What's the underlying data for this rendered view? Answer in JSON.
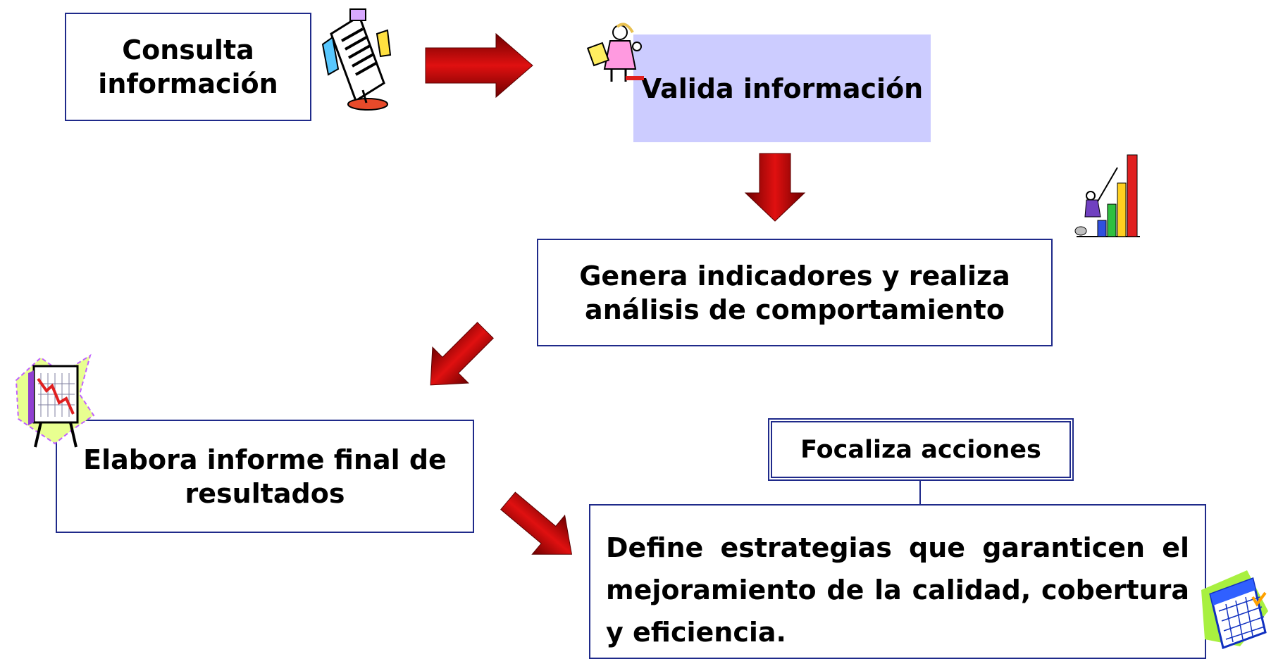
{
  "colors": {
    "box_border": "#1f2a8a",
    "highlight_fill": "#ccccff",
    "arrow_dark": "#7a0000",
    "arrow_light": "#d10a0a"
  },
  "steps": {
    "consulta": "Consulta información",
    "valida": "Valida información",
    "genera": "Genera indicadores y realiza análisis de comportamiento",
    "elabora": "Elabora informe final de resultados",
    "focaliza": "Focaliza acciones",
    "define": "Define estrategias que garanticen el mejoramiento de la calidad, cobertura y eficiencia."
  },
  "icons": [
    "clipboard-icon",
    "woman-with-magnifier-icon",
    "climber-bar-chart-icon",
    "easel-chart-icon",
    "calendar-icon"
  ]
}
